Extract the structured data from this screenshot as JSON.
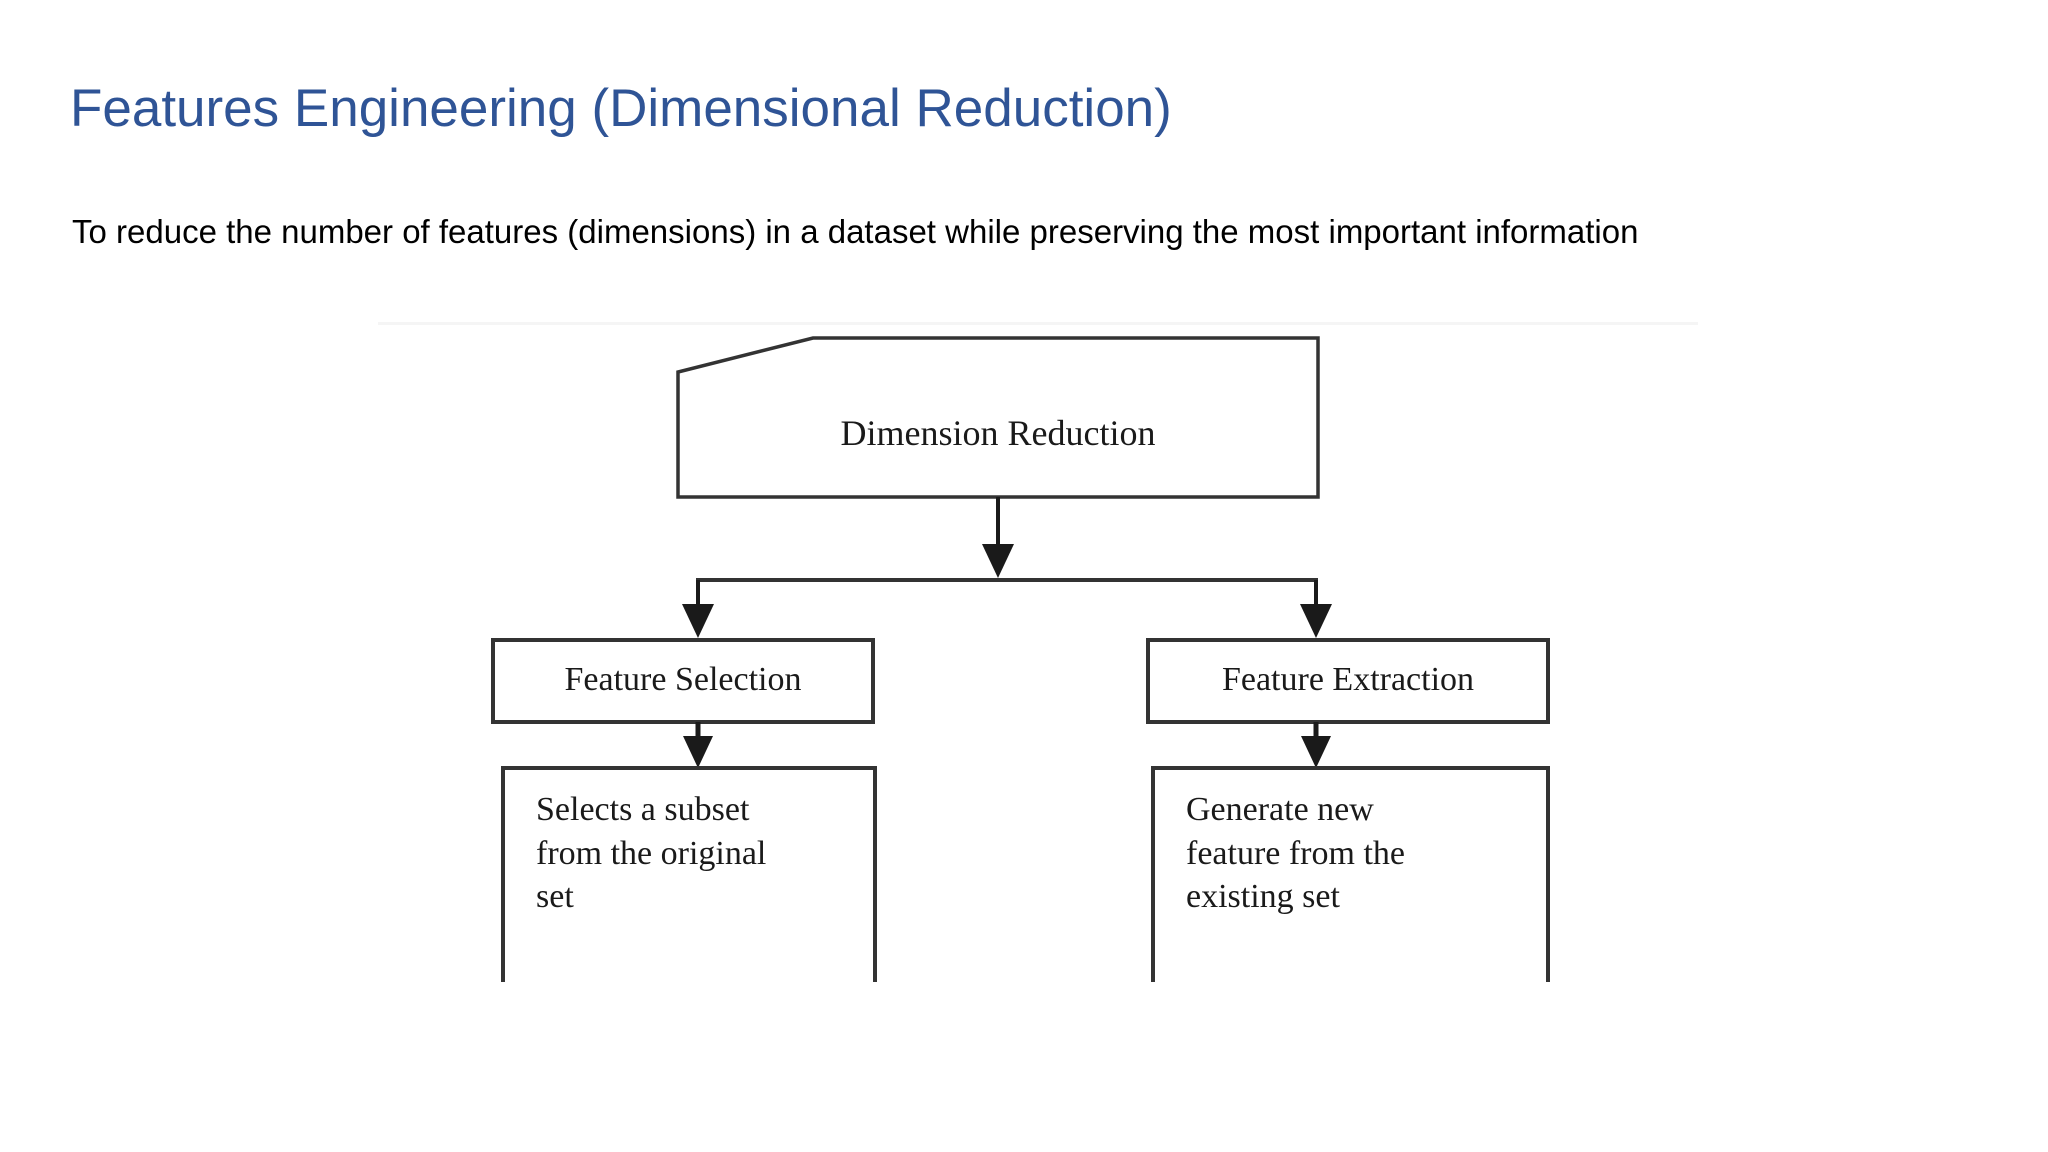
{
  "slide": {
    "title": "Features Engineering (Dimensional Reduction)",
    "body": "To reduce the number of features (dimensions) in a dataset while preserving the most important information",
    "title_color": "#2F5496",
    "body_color": "#000000",
    "background_color": "#FFFFFF"
  },
  "diagram": {
    "name": "dimension-reduction-flowchart",
    "stroke_color": "#333333",
    "nodes": {
      "root": {
        "label": "Dimension Reduction",
        "shape": "clipped-corner-rectangle"
      },
      "left_branch": {
        "label": "Feature Selection",
        "shape": "rectangle"
      },
      "right_branch": {
        "label": "Feature Extraction",
        "shape": "rectangle"
      },
      "left_detail": {
        "label": "Selects a subset\nfrom the original\nset",
        "lines": [
          "Selects a subset",
          "from the original",
          "set"
        ],
        "shape": "rectangle"
      },
      "right_detail": {
        "label": "Generate new\nfeature from the\nexisting set",
        "lines": [
          "Generate new",
          "feature from the",
          "existing set"
        ],
        "shape": "rectangle"
      }
    },
    "edges": [
      {
        "from": "root",
        "to": "split-bar",
        "arrow": "down"
      },
      {
        "from": "split-bar",
        "to": "left_branch",
        "arrow": "down"
      },
      {
        "from": "split-bar",
        "to": "right_branch",
        "arrow": "down"
      },
      {
        "from": "left_branch",
        "to": "left_detail",
        "arrow": "down"
      },
      {
        "from": "right_branch",
        "to": "right_detail",
        "arrow": "down"
      }
    ]
  }
}
